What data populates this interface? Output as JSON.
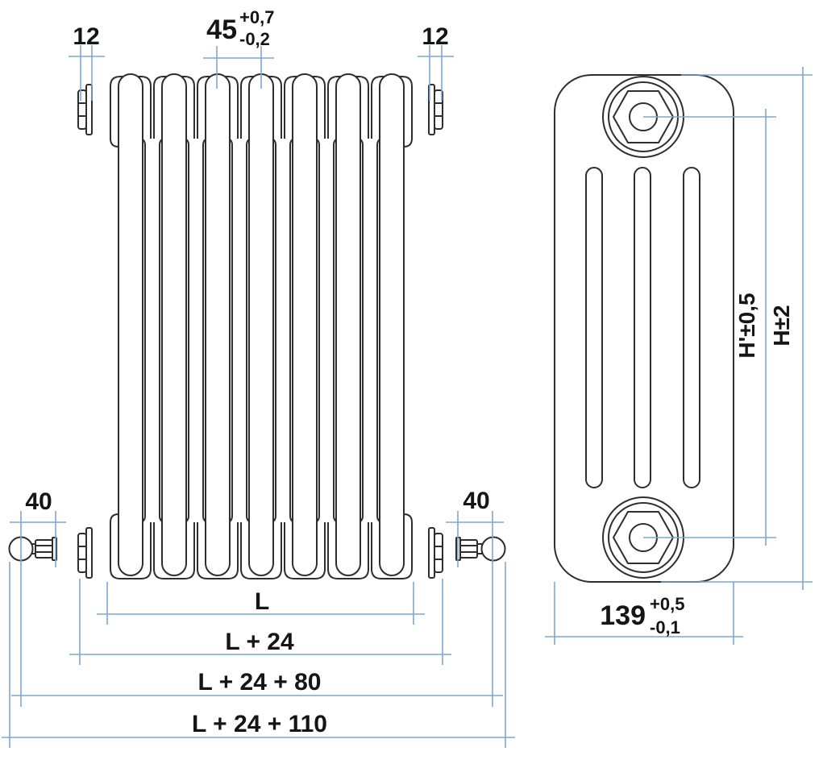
{
  "dimensions": {
    "front_top": {
      "plug_left": "12",
      "plug_right": "12",
      "pitch": "45",
      "pitch_tol_plus": "+0,7",
      "pitch_tol_minus": "-0,2"
    },
    "front_bottom": {
      "valve_left": "40",
      "valve_right": "40",
      "chain": [
        {
          "label": "L"
        },
        {
          "label": "L + 24"
        },
        {
          "label": "L + 24 + 80"
        },
        {
          "label": "L + 24 + 110"
        }
      ]
    },
    "side": {
      "depth": "139",
      "depth_tol_plus": "+0,5",
      "depth_tol_minus": "-0,1",
      "height_centers": "H'±0,5",
      "height_overall": "H±2"
    }
  },
  "colors": {
    "dimension_line": "#7fa8cb",
    "outline": "#2e2e2e",
    "text": "#151515",
    "background": "#ffffff"
  }
}
